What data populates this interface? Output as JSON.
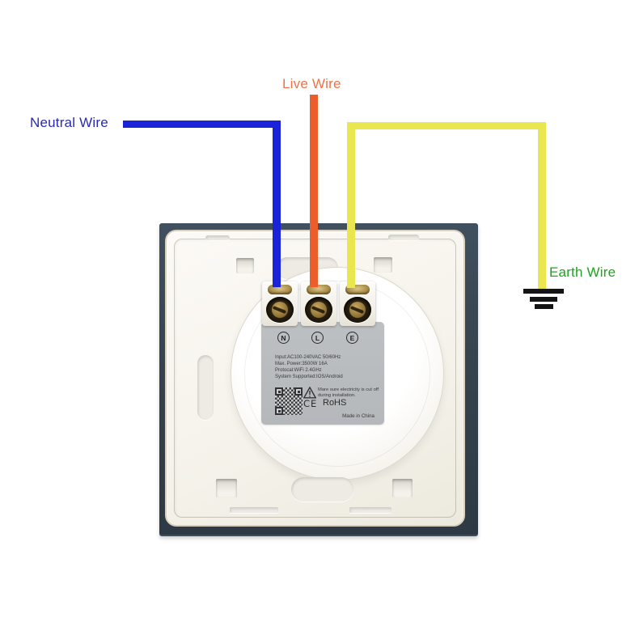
{
  "diagram": {
    "title_none_visible": "",
    "wires": {
      "neutral": {
        "label": "Neutral Wire",
        "label_color": "#2a2ab2",
        "wire_color": "#1b23d8"
      },
      "live": {
        "label": "Live Wire",
        "label_color": "#f0714a",
        "wire_color": "#eb5e2b"
      },
      "earth": {
        "label": "Earth Wire",
        "label_color": "#1ea41e",
        "wire_color": "#eae64f"
      }
    },
    "ground_symbol_color": "#141414",
    "switch": {
      "frame_color": "#36434f",
      "plate_color": "#f5f2ea",
      "terminals": [
        {
          "letter": "N"
        },
        {
          "letter": "L"
        },
        {
          "letter": "E"
        }
      ],
      "label": {
        "bg_color": "#b9bdc0",
        "specs": [
          "Input:AC100-240VAC 50/60Hz",
          "Max. Power:3500W 16A",
          "Protocal:WiFi 2.4GHz",
          "System Supported:IOS/Android"
        ],
        "warning": "Mare sure electricity is cut off during installation.",
        "ce": "CE",
        "rohs": "RoHS",
        "made_in": "Made in China"
      }
    }
  }
}
